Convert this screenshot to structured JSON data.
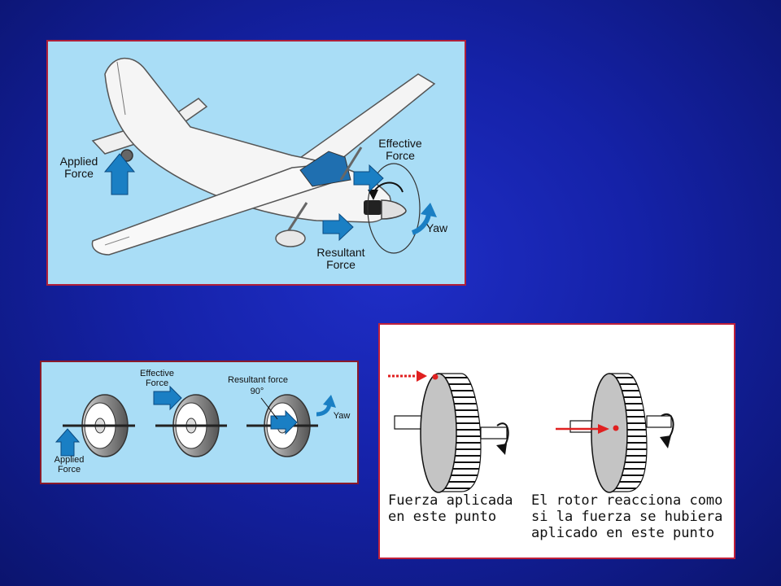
{
  "plane_diagram": {
    "applied_force_line1": "Applied",
    "applied_force_line2": "Force",
    "effective_force_line1": "Effective",
    "effective_force_line2": "Force",
    "resultant_force_line1": "Resultant",
    "resultant_force_line2": "Force",
    "yaw": "Yaw"
  },
  "gyro_diagram": {
    "effective_force_line1": "Effective",
    "effective_force_line2": "Force",
    "resultant_force": "Resultant force",
    "angle": "90°",
    "yaw": "Yaw",
    "applied_force_line1": "Applied",
    "applied_force_line2": "Force"
  },
  "rotor_diagram": {
    "left_caption_line1": "Fuerza aplicada",
    "left_caption_line2": "en este punto",
    "right_caption_line1": "El rotor reacciona como",
    "right_caption_line2": "si la fuerza se hubiera",
    "right_caption_line3": "aplicado en este punto"
  },
  "colors": {
    "background": "#1522a8",
    "panel_fill": "#a9ddf6",
    "panel_border": "#b0203a",
    "force_arrow": "#1a7fc4",
    "rotor_arrow": "#e02020"
  }
}
